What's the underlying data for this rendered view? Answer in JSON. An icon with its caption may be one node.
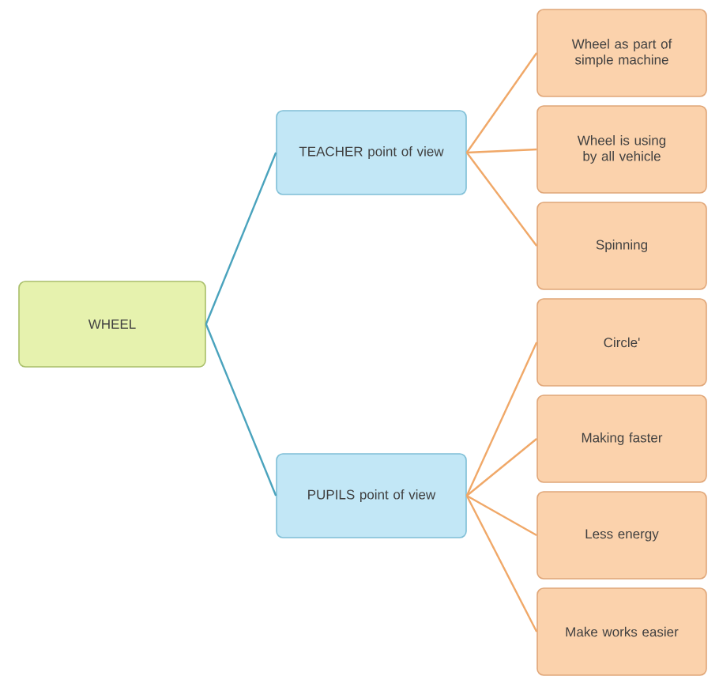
{
  "diagram": {
    "nodes": [
      {
        "text": [
          "WHEEL"
        ]
      },
      {
        "text": [
          "TEACHER point of view"
        ]
      },
      {
        "text": [
          "PUPILS point of view"
        ]
      },
      {
        "text": [
          "Wheel as part of simple machine"
        ]
      },
      {
        "text": [
          "Wheel is using by all vehicle"
        ]
      },
      {
        "text": [
          "Spinning"
        ]
      },
      {
        "text": [
          "Circle'"
        ]
      },
      {
        "text": [
          "Making faster"
        ]
      },
      {
        "text": [
          "Less energy"
        ]
      },
      {
        "text": [
          "Make works easier"
        ]
      }
    ],
    "edges": [
      {
        "from": 0,
        "to": 1,
        "arrow": "none",
        "color": "#4aa3bd"
      },
      {
        "from": 0,
        "to": 2,
        "arrow": "none",
        "color": "#4aa3bd"
      },
      {
        "from": 1,
        "to": 3,
        "arrow": "none"
      },
      {
        "from": 1,
        "to": 4,
        "arrow": "none"
      },
      {
        "from": 1,
        "to": 5,
        "arrow": "none"
      },
      {
        "from": 2,
        "to": 6,
        "arrow": "none"
      },
      {
        "from": 2,
        "to": 7,
        "arrow": "none"
      },
      {
        "from": 2,
        "to": 8,
        "arrow": "none"
      },
      {
        "from": 2,
        "to": 9,
        "arrow": "none"
      }
    ]
  }
}
